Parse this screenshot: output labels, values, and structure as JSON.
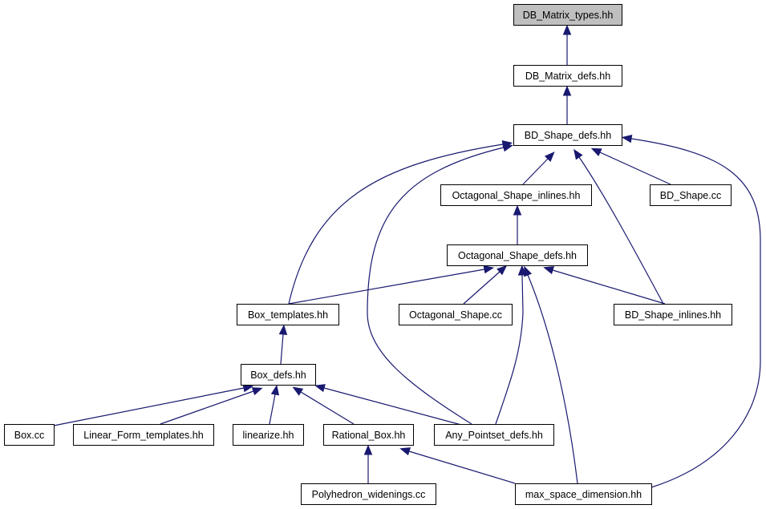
{
  "graph": {
    "colors": {
      "edge": "#191970",
      "node_fill": "#ffffff",
      "highlight_fill": "#bfbfbf",
      "border": "#000000"
    },
    "nodes": [
      {
        "id": "dbmt",
        "label": "DB_Matrix_types.hh",
        "highlighted": true
      },
      {
        "id": "dbmd",
        "label": "DB_Matrix_defs.hh"
      },
      {
        "id": "bdsd",
        "label": "BD_Shape_defs.hh"
      },
      {
        "id": "osi",
        "label": "Octagonal_Shape_inlines.hh"
      },
      {
        "id": "bdscc",
        "label": "BD_Shape.cc"
      },
      {
        "id": "osd",
        "label": "Octagonal_Shape_defs.hh"
      },
      {
        "id": "boxt",
        "label": "Box_templates.hh"
      },
      {
        "id": "oscc",
        "label": "Octagonal_Shape.cc"
      },
      {
        "id": "bdsi",
        "label": "BD_Shape_inlines.hh"
      },
      {
        "id": "boxd",
        "label": "Box_defs.hh"
      },
      {
        "id": "boxcc",
        "label": "Box.cc"
      },
      {
        "id": "lft",
        "label": "Linear_Form_templates.hh"
      },
      {
        "id": "lin",
        "label": "linearize.hh"
      },
      {
        "id": "rb",
        "label": "Rational_Box.hh"
      },
      {
        "id": "apd",
        "label": "Any_Pointset_defs.hh"
      },
      {
        "id": "pw",
        "label": "Polyhedron_widenings.cc"
      },
      {
        "id": "msd",
        "label": "max_space_dimension.hh"
      }
    ],
    "edges": [
      {
        "from": "dbmd",
        "to": "dbmt"
      },
      {
        "from": "bdsd",
        "to": "dbmd"
      },
      {
        "from": "osi",
        "to": "bdsd"
      },
      {
        "from": "bdscc",
        "to": "bdsd"
      },
      {
        "from": "bdsi",
        "to": "bdsd"
      },
      {
        "from": "boxt",
        "to": "bdsd"
      },
      {
        "from": "apd",
        "to": "bdsd"
      },
      {
        "from": "msd",
        "to": "bdsd"
      },
      {
        "from": "osd",
        "to": "osi"
      },
      {
        "from": "boxt",
        "to": "osd"
      },
      {
        "from": "oscc",
        "to": "osd"
      },
      {
        "from": "bdsi",
        "to": "osd"
      },
      {
        "from": "apd",
        "to": "osd"
      },
      {
        "from": "msd",
        "to": "osd"
      },
      {
        "from": "boxd",
        "to": "boxt"
      },
      {
        "from": "boxcc",
        "to": "boxd"
      },
      {
        "from": "lft",
        "to": "boxd"
      },
      {
        "from": "lin",
        "to": "boxd"
      },
      {
        "from": "rb",
        "to": "boxd"
      },
      {
        "from": "apd",
        "to": "boxd"
      },
      {
        "from": "pw",
        "to": "rb"
      },
      {
        "from": "msd",
        "to": "rb"
      }
    ]
  }
}
